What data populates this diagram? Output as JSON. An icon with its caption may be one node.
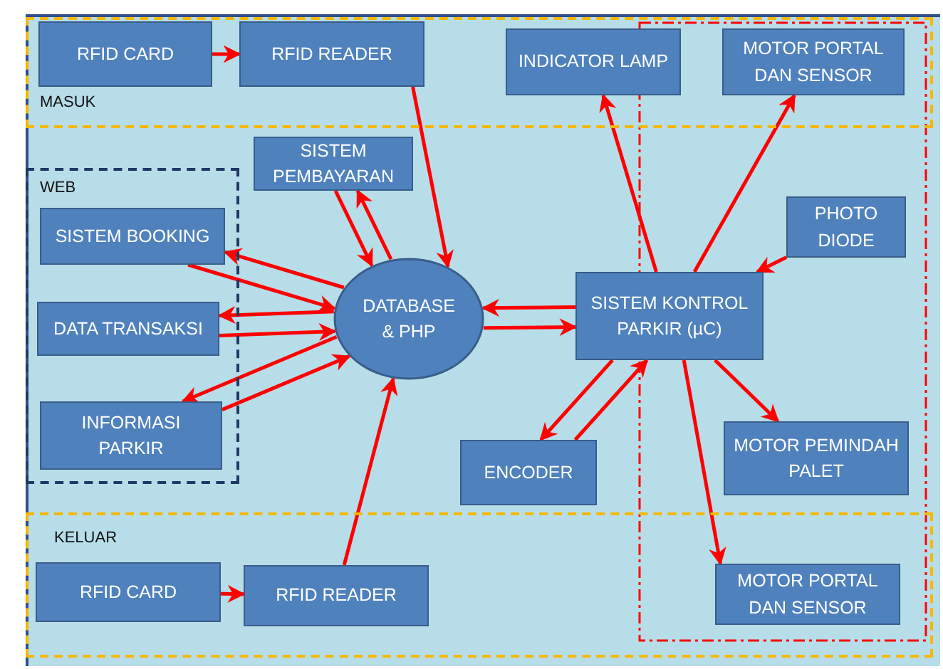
{
  "diagram": {
    "nodes": [
      {
        "text": [
          "MASUK"
        ]
      },
      {
        "text": [
          "RFID CARD"
        ],
        "in": 0
      },
      {
        "text": [
          "RFID READER"
        ],
        "in": 0
      },
      {
        "text": [
          "INDICATOR LAMP"
        ],
        "in": 0
      },
      {
        "text": [
          "MOTOR PORTAL DAN SENSOR"
        ],
        "in": 0
      },
      {
        "text": [
          "SISTEM PEMBAYARAN"
        ]
      },
      {
        "text": [
          "WEB"
        ]
      },
      {
        "text": [
          "SISTEM BOOKING"
        ],
        "in": 6
      },
      {
        "text": [
          "DATA TRANSAKSI"
        ],
        "in": 6
      },
      {
        "text": [
          "INFORMASI PARKIR"
        ],
        "in": 6
      },
      {
        "text": [
          "DATABASE & PHP"
        ]
      },
      {
        "text": [
          "SISTEM KONTROL PARKIR (µC)"
        ]
      },
      {
        "text": [
          "PHOTO DIODE"
        ]
      },
      {
        "text": [
          "ENCODER"
        ]
      },
      {
        "text": [
          "MOTOR PEMINDAH PALET"
        ]
      },
      {
        "text": [
          "KELUAR"
        ]
      },
      {
        "text": [
          "RFID CARD"
        ],
        "in": 15
      },
      {
        "text": [
          "RFID READER"
        ],
        "in": 15
      },
      {
        "text": [
          "MOTOR PORTAL DAN SENSOR"
        ],
        "in": 15
      }
    ],
    "edges": [
      {
        "from": 1,
        "to": 2,
        "arrow": "to"
      },
      {
        "from": 2,
        "to": 10,
        "arrow": "to"
      },
      {
        "from": 5,
        "to": 10,
        "arrow": "to"
      },
      {
        "from": 10,
        "to": 5,
        "arrow": "to"
      },
      {
        "from": 10,
        "to": 7,
        "arrow": "to"
      },
      {
        "from": 7,
        "to": 10,
        "arrow": "to"
      },
      {
        "from": 8,
        "to": 10,
        "arrow": "to"
      },
      {
        "from": 10,
        "to": 8,
        "arrow": "to"
      },
      {
        "from": 9,
        "to": 10,
        "arrow": "to"
      },
      {
        "from": 10,
        "to": 9,
        "arrow": "to"
      },
      {
        "from": 10,
        "to": 11,
        "arrow": "to"
      },
      {
        "from": 11,
        "to": 10,
        "arrow": "to"
      },
      {
        "from": 11,
        "to": 3,
        "arrow": "to"
      },
      {
        "from": 11,
        "to": 4,
        "arrow": "to"
      },
      {
        "from": 12,
        "to": 11,
        "arrow": "to"
      },
      {
        "from": 13,
        "to": 11,
        "arrow": "to"
      },
      {
        "from": 11,
        "to": 13,
        "arrow": "to"
      },
      {
        "from": 11,
        "to": 14,
        "arrow": "to"
      },
      {
        "from": 11,
        "to": 18,
        "arrow": "to"
      },
      {
        "from": 16,
        "to": 17,
        "arrow": "to"
      },
      {
        "from": 17,
        "to": 10,
        "arrow": "to"
      }
    ]
  }
}
